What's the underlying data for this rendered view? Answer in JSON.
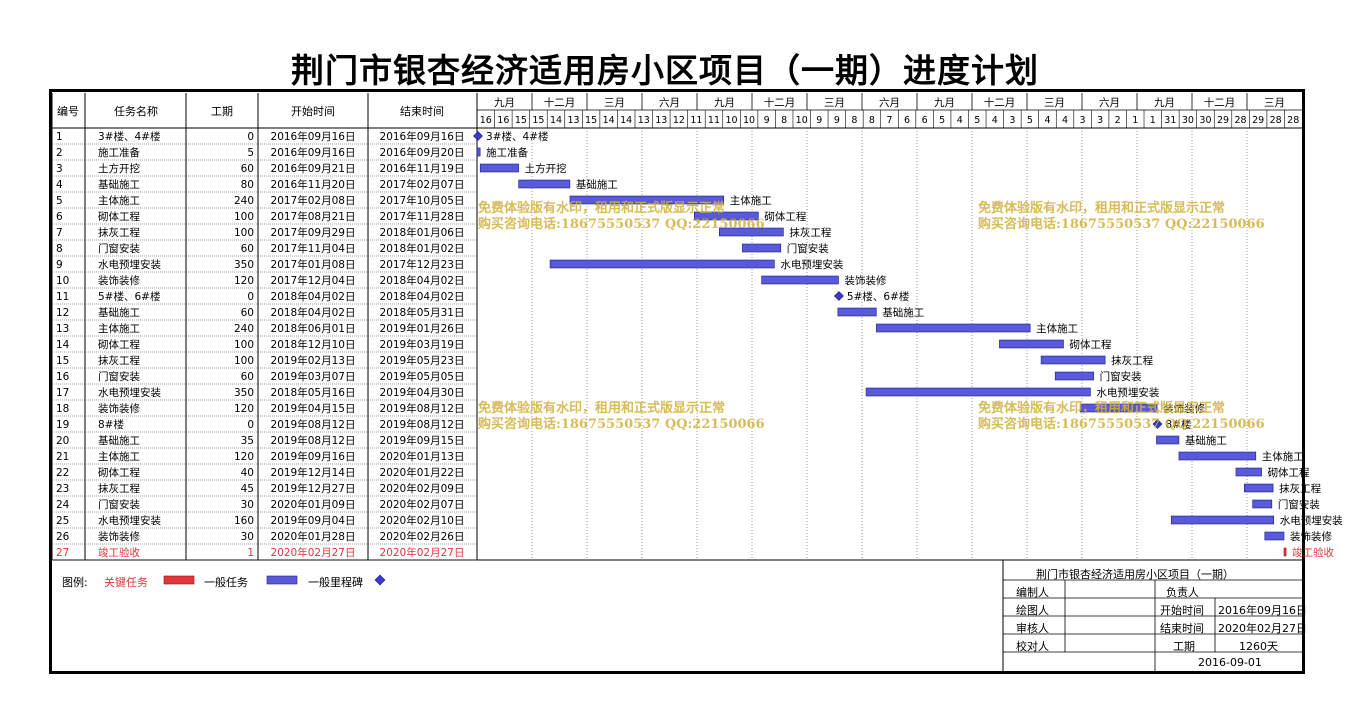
{
  "title": "荆门市银杏经济适用房小区项目（一期）进度计划",
  "table_headers": [
    "编号",
    "任务名称",
    "工期",
    "开始时间",
    "结束时间"
  ],
  "timescale": {
    "months": [
      "九月",
      "十二月",
      "三月",
      "六月",
      "九月",
      "十二月",
      "三月",
      "六月",
      "九月",
      "十二月",
      "三月",
      "六月",
      "九月",
      "十二月",
      "三月"
    ],
    "days": [
      "16",
      "16",
      "15",
      "15",
      "14",
      "13",
      "15",
      "14",
      "14",
      "13",
      "13",
      "12",
      "11",
      "11",
      "10",
      "10",
      "9",
      "8",
      "10",
      "9",
      "9",
      "8",
      "8",
      "7",
      "6",
      "6",
      "5",
      "4",
      "5",
      "4",
      "3",
      "5",
      "4",
      "4",
      "3",
      "3",
      "2",
      "1",
      "1",
      "31",
      "30",
      "30",
      "29",
      "28",
      "29",
      "28",
      "28"
    ]
  },
  "chart_data": {
    "type": "gantt",
    "title": "荆门市银杏经济适用房小区项目（一期）进度计划",
    "x_range": [
      "2016-09-16",
      "2020-03-26"
    ],
    "tasks": [
      {
        "id": "1",
        "name": "3#楼、4#楼",
        "duration": "0",
        "start": "2016年09月16日",
        "end": "2016年09月16日",
        "s": "2016-09-16",
        "e": "2016-09-16",
        "kind": "milestone"
      },
      {
        "id": "2",
        "name": "施工准备",
        "duration": "5",
        "start": "2016年09月16日",
        "end": "2016年09月20日",
        "s": "2016-09-16",
        "e": "2016-09-20",
        "kind": "task"
      },
      {
        "id": "3",
        "name": "土方开挖",
        "duration": "60",
        "start": "2016年09月21日",
        "end": "2016年11月19日",
        "s": "2016-09-21",
        "e": "2016-11-19",
        "kind": "task"
      },
      {
        "id": "4",
        "name": "基础施工",
        "duration": "80",
        "start": "2016年11月20日",
        "end": "2017年02月07日",
        "s": "2016-11-20",
        "e": "2017-02-07",
        "kind": "task"
      },
      {
        "id": "5",
        "name": "主体施工",
        "duration": "240",
        "start": "2017年02月08日",
        "end": "2017年10月05日",
        "s": "2017-02-08",
        "e": "2017-10-05",
        "kind": "task"
      },
      {
        "id": "6",
        "name": "砌体工程",
        "duration": "100",
        "start": "2017年08月21日",
        "end": "2017年11月28日",
        "s": "2017-08-21",
        "e": "2017-11-28",
        "kind": "task"
      },
      {
        "id": "7",
        "name": "抹灰工程",
        "duration": "100",
        "start": "2017年09月29日",
        "end": "2018年01月06日",
        "s": "2017-09-29",
        "e": "2018-01-06",
        "kind": "task"
      },
      {
        "id": "8",
        "name": "门窗安装",
        "duration": "60",
        "start": "2017年11月04日",
        "end": "2018年01月02日",
        "s": "2017-11-04",
        "e": "2018-01-02",
        "kind": "task"
      },
      {
        "id": "9",
        "name": "水电预埋安装",
        "duration": "350",
        "start": "2017年01月08日",
        "end": "2017年12月23日",
        "s": "2017-01-08",
        "e": "2017-12-23",
        "kind": "task"
      },
      {
        "id": "10",
        "name": "装饰装修",
        "duration": "120",
        "start": "2017年12月04日",
        "end": "2018年04月02日",
        "s": "2017-12-04",
        "e": "2018-04-02",
        "kind": "task"
      },
      {
        "id": "11",
        "name": "5#楼、6#楼",
        "duration": "0",
        "start": "2018年04月02日",
        "end": "2018年04月02日",
        "s": "2018-04-02",
        "e": "2018-04-02",
        "kind": "milestone"
      },
      {
        "id": "12",
        "name": "基础施工",
        "duration": "60",
        "start": "2018年04月02日",
        "end": "2018年05月31日",
        "s": "2018-04-02",
        "e": "2018-05-31",
        "kind": "task"
      },
      {
        "id": "13",
        "name": "主体施工",
        "duration": "240",
        "start": "2018年06月01日",
        "end": "2019年01月26日",
        "s": "2018-06-01",
        "e": "2019-01-26",
        "kind": "task"
      },
      {
        "id": "14",
        "name": "砌体工程",
        "duration": "100",
        "start": "2018年12月10日",
        "end": "2019年03月19日",
        "s": "2018-12-10",
        "e": "2019-03-19",
        "kind": "task"
      },
      {
        "id": "15",
        "name": "抹灰工程",
        "duration": "100",
        "start": "2019年02月13日",
        "end": "2019年05月23日",
        "s": "2019-02-13",
        "e": "2019-05-23",
        "kind": "task"
      },
      {
        "id": "16",
        "name": "门窗安装",
        "duration": "60",
        "start": "2019年03月07日",
        "end": "2019年05月05日",
        "s": "2019-03-07",
        "e": "2019-05-05",
        "kind": "task"
      },
      {
        "id": "17",
        "name": "水电预埋安装",
        "duration": "350",
        "start": "2018年05月16日",
        "end": "2019年04月30日",
        "s": "2018-05-16",
        "e": "2019-04-30",
        "kind": "task"
      },
      {
        "id": "18",
        "name": "装饰装修",
        "duration": "120",
        "start": "2019年04月15日",
        "end": "2019年08月12日",
        "s": "2019-04-15",
        "e": "2019-08-12",
        "kind": "task"
      },
      {
        "id": "19",
        "name": "8#楼",
        "duration": "0",
        "start": "2019年08月12日",
        "end": "2019年08月12日",
        "s": "2019-08-12",
        "e": "2019-08-12",
        "kind": "milestone"
      },
      {
        "id": "20",
        "name": "基础施工",
        "duration": "35",
        "start": "2019年08月12日",
        "end": "2019年09月15日",
        "s": "2019-08-12",
        "e": "2019-09-15",
        "kind": "task"
      },
      {
        "id": "21",
        "name": "主体施工",
        "duration": "120",
        "start": "2019年09月16日",
        "end": "2020年01月13日",
        "s": "2019-09-16",
        "e": "2020-01-13",
        "kind": "task"
      },
      {
        "id": "22",
        "name": "砌体工程",
        "duration": "40",
        "start": "2019年12月14日",
        "end": "2020年01月22日",
        "s": "2019-12-14",
        "e": "2020-01-22",
        "kind": "task"
      },
      {
        "id": "23",
        "name": "抹灰工程",
        "duration": "45",
        "start": "2019年12月27日",
        "end": "2020年02月09日",
        "s": "2019-12-27",
        "e": "2020-02-09",
        "kind": "task"
      },
      {
        "id": "24",
        "name": "门窗安装",
        "duration": "30",
        "start": "2020年01月09日",
        "end": "2020年02月07日",
        "s": "2020-01-09",
        "e": "2020-02-07",
        "kind": "task"
      },
      {
        "id": "25",
        "name": "水电预埋安装",
        "duration": "160",
        "start": "2019年09月04日",
        "end": "2020年02月10日",
        "s": "2019-09-04",
        "e": "2020-02-10",
        "kind": "task"
      },
      {
        "id": "26",
        "name": "装饰装修",
        "duration": "30",
        "start": "2020年01月28日",
        "end": "2020年02月26日",
        "s": "2020-01-28",
        "e": "2020-02-26",
        "kind": "task"
      },
      {
        "id": "27",
        "name": "竣工验收",
        "duration": "1",
        "start": "2020年02月27日",
        "end": "2020年02月27日",
        "s": "2020-02-27",
        "e": "2020-02-27",
        "kind": "critical"
      }
    ]
  },
  "colors": {
    "task_fill": "#5a5ad8",
    "task_stroke": "#1c1c8c",
    "milestone": "#3a3ad0",
    "critical": "#e0363b",
    "critical_text": "#e0363b",
    "watermark": "#d0b03c"
  },
  "watermark": {
    "line1": "免费体验版有水印，租用和正式版显示正常",
    "line2": "购买咨询电话:18675550537 QQ:22150066"
  },
  "legend": {
    "prefix": "图例:",
    "critical": "关键任务",
    "task": "一般任务",
    "milestone": "一般里程碑"
  },
  "title_block": {
    "project": "荆门市银杏经济适用房小区项目（一期）",
    "compiler": "编制人",
    "owner": "负责人",
    "drawer": "绘图人",
    "start_label": "开始时间",
    "start_value": "2016年09月16日",
    "reviewer": "审核人",
    "end_label": "结束时间",
    "end_value": "2020年02月27日",
    "checker": "校对人",
    "duration_label": "工期",
    "duration_value": "1260天",
    "date": "2016-09-01"
  }
}
